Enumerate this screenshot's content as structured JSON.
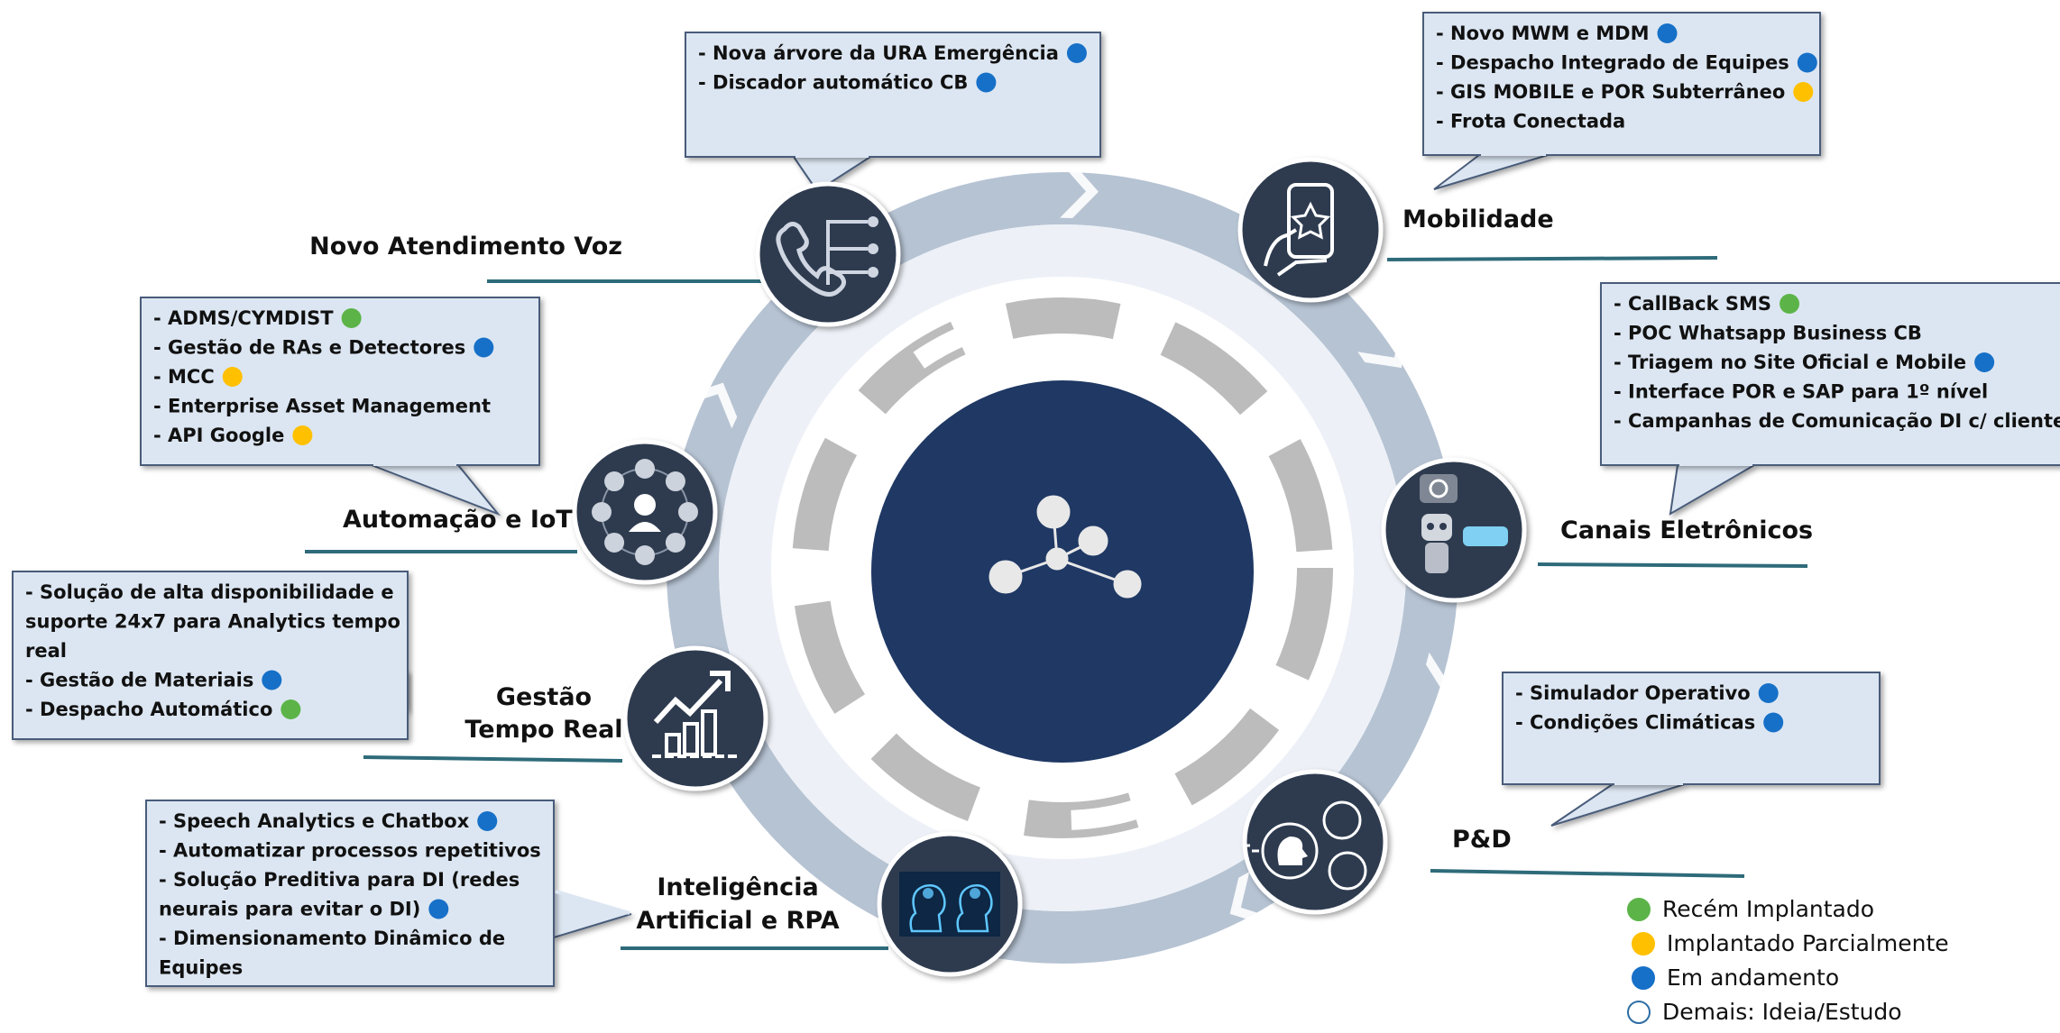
{
  "center": {
    "icon": "network-nodes-icon"
  },
  "categories": [
    {
      "id": "voz",
      "label_lines": [
        "Novo Atendimento Voz"
      ],
      "icon": "phone-network-icon",
      "items": [
        {
          "text": "- Nova árvore da URA Emergência",
          "status": "em_andamento"
        },
        {
          "text": "- Discador automático CB",
          "status": "em_andamento"
        }
      ]
    },
    {
      "id": "mobilidade",
      "label_lines": [
        "Mobilidade"
      ],
      "icon": "mobile-hand-icon",
      "items": [
        {
          "text": "- Novo MWM e MDM",
          "status": "em_andamento"
        },
        {
          "text": "- Despacho Integrado de Equipes",
          "status": "em_andamento"
        },
        {
          "text": "- GIS MOBILE e POR Subterrâneo",
          "status": "implantado_parcialmente"
        },
        {
          "text": "- Frota Conectada",
          "status": ""
        }
      ]
    },
    {
      "id": "automacao",
      "label_lines": [
        "Automação e IoT"
      ],
      "icon": "iot-network-icon",
      "items": [
        {
          "text": "- ADMS/CYMDIST",
          "status": "recem_implantado"
        },
        {
          "text": "- Gestão de RAs e Detectores",
          "status": "em_andamento"
        },
        {
          "text": "- MCC",
          "status": "implantado_parcialmente"
        },
        {
          "text": "- Enterprise Asset Management",
          "status": ""
        },
        {
          "text": "- API Google",
          "status": "implantado_parcialmente"
        }
      ]
    },
    {
      "id": "canais",
      "label_lines": [
        "Canais Eletrônicos"
      ],
      "icon": "chatbot-icon",
      "items": [
        {
          "text": "- CallBack SMS",
          "status": "recem_implantado"
        },
        {
          "text": "- POC Whatsapp Business CB",
          "status": ""
        },
        {
          "text": "- Triagem no Site Oficial e Mobile",
          "status": "em_andamento"
        },
        {
          "text": "- Interface POR e SAP para 1º nível",
          "status": ""
        },
        {
          "text": "- Campanhas de Comunicação DI c/ clientes",
          "status": ""
        }
      ]
    },
    {
      "id": "gestao",
      "label_lines": [
        "Gestão",
        "Tempo Real"
      ],
      "icon": "growth-chart-icon",
      "items": [
        {
          "text": "- Solução de alta disponibilidade e",
          "status": ""
        },
        {
          "text": "suporte 24x7 para Analytics tempo",
          "status": ""
        },
        {
          "text": "real",
          "status": ""
        },
        {
          "text": "- Gestão de Materiais",
          "status": "em_andamento"
        },
        {
          "text": "- Despacho Automático",
          "status": "recem_implantado"
        }
      ]
    },
    {
      "id": "pd",
      "label_lines": [
        "P&D"
      ],
      "icon": "voice-sensors-icon",
      "items": [
        {
          "text": "- Simulador Operativo",
          "status": "em_andamento"
        },
        {
          "text": "- Condições Climáticas",
          "status": "em_andamento"
        }
      ]
    },
    {
      "id": "ia",
      "label_lines": [
        "Inteligência",
        "Artificial e RPA"
      ],
      "icon": "ai-heads-icon",
      "items": [
        {
          "text": "- Speech Analytics e Chatbox",
          "status": "em_andamento"
        },
        {
          "text": "- Automatizar processos repetitivos",
          "status": ""
        },
        {
          "text": "- Solução Preditiva para DI (redes",
          "status": ""
        },
        {
          "text": "neurais para evitar o DI)",
          "status": "em_andamento"
        },
        {
          "text": "- Dimensionamento Dinâmico de",
          "status": ""
        },
        {
          "text": "Equipes",
          "status": ""
        }
      ]
    }
  ],
  "legend": [
    {
      "key": "recem_implantado",
      "label": "Recém Implantado",
      "color": "#5cb448"
    },
    {
      "key": "implantado_parcialmente",
      "label": "Implantado Parcialmente",
      "color": "#ffc000"
    },
    {
      "key": "em_andamento",
      "label": "Em andamento",
      "color": "#1670c8"
    },
    {
      "key": "ideia_estudo",
      "label": "Demais: Ideia/Estudo",
      "color": "#ffffff"
    }
  ],
  "colors": {
    "box_fill": "#dce6f2",
    "box_stroke": "#4a5c7a",
    "icon_circle": "#2f3b50",
    "center_circle": "#1f3864",
    "underline": "#2e6b7a",
    "ring_outer": "#b6c3d3",
    "ring_white": "#edf1f7",
    "ring_inner": "#bcbcbc"
  }
}
